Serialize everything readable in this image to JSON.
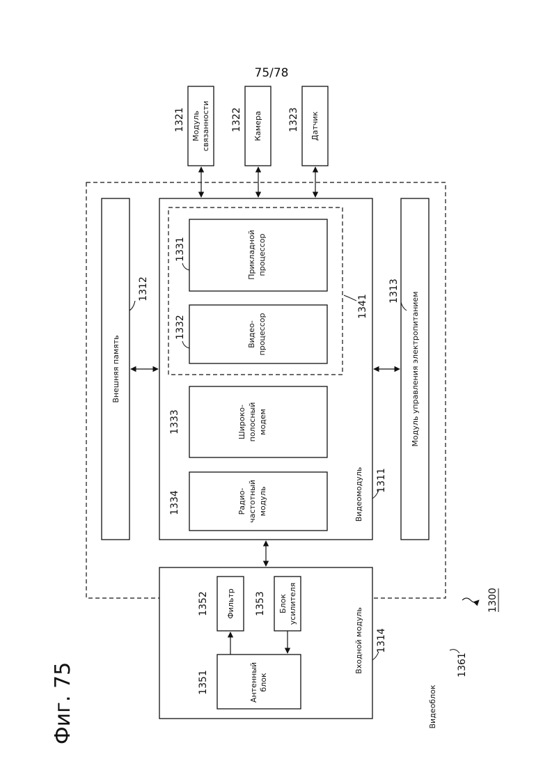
{
  "page_number": "75/78",
  "figure_title": "Фиг. 75",
  "video_unit": {
    "ref": "1361",
    "label": "Видеоблок",
    "ref_system": "1300"
  },
  "external_memory": {
    "ref": "1312",
    "label": "Внешняя память"
  },
  "video_module": {
    "ref": "1311",
    "label": "Видеомодуль"
  },
  "power_module": {
    "ref": "1313",
    "label": "Модуль управления электропитанием"
  },
  "processor_group": {
    "ref": "1341"
  },
  "app_processor": {
    "ref": "1331",
    "line1": "Прикладной",
    "line2": "процессор"
  },
  "video_processor": {
    "ref": "1332",
    "line1": "Видео-",
    "line2": "процессор"
  },
  "broadband_modem": {
    "ref": "1333",
    "line1": "Широко-",
    "line2": "полосный",
    "line3": "модем"
  },
  "rf_module": {
    "ref": "1334",
    "line1": "Радио-",
    "line2": "частотный",
    "line3": "модуль"
  },
  "frontend_module": {
    "ref": "1314",
    "label": "Входной модуль"
  },
  "antenna_block": {
    "ref": "1351",
    "line1": "Антенный",
    "line2": "блок"
  },
  "filter_block": {
    "ref": "1352",
    "label": "Фильтр"
  },
  "amplifier_block": {
    "ref": "1353",
    "line1": "Блок",
    "line2": "усилителя"
  },
  "connectivity_module": {
    "ref": "1321",
    "line1": "Модуль",
    "line2": "связанности"
  },
  "camera": {
    "ref": "1322",
    "label": "Камера"
  },
  "sensor": {
    "ref": "1323",
    "label": "Датчик"
  }
}
